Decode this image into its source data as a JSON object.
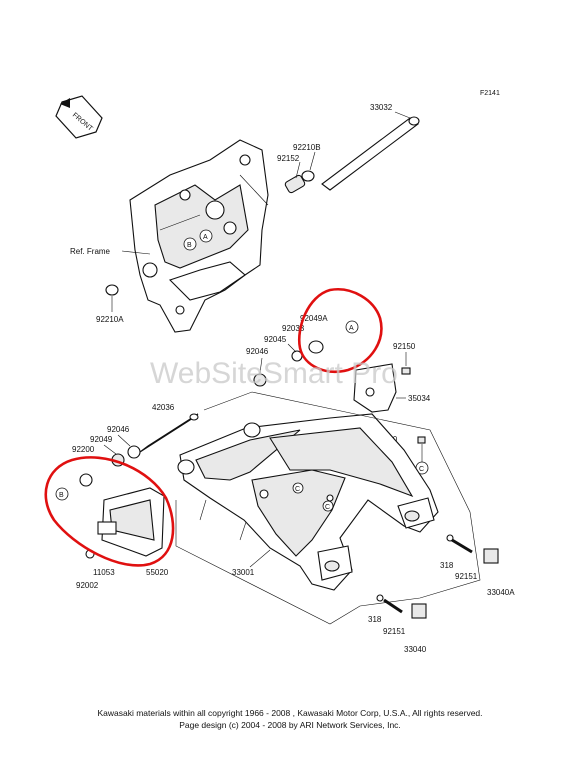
{
  "figure_code": "F2141",
  "front_arrow_label": "FRONT",
  "ref_frame_label": "Ref. Frame",
  "watermark": "WebSiteSmart Pro",
  "reference_markers": {
    "a": "A",
    "b": "B",
    "c": "C"
  },
  "part_labels": {
    "p33032": "33032",
    "p92210B": "92210B",
    "p92152": "92152",
    "p92210A": "92210A",
    "p92049A": "92049A",
    "p92033": "92033",
    "p92045": "92045",
    "p92046_top": "92046",
    "p92150": "92150",
    "p35034": "35034",
    "p42036": "42036",
    "p92046_left": "92046",
    "p92049": "92049",
    "p92200": "92200",
    "p92210": "92210",
    "p11053": "11053",
    "p55020": "55020",
    "p92002": "92002",
    "p33001": "33001",
    "p318_right": "318",
    "p92151_right": "92151",
    "p33040A": "33040A",
    "p318_bottom": "318",
    "p92151_bottom": "92151",
    "p33040": "33040"
  },
  "highlight_color": "#e01010",
  "copyright": {
    "line1": "Kawasaki materials within all copyright 1966 - 2008 , Kawasaki Motor Corp, U.S.A., All rights reserved.",
    "line2": "Page design (c) 2004 - 2008 by ARI Network Services, Inc."
  }
}
